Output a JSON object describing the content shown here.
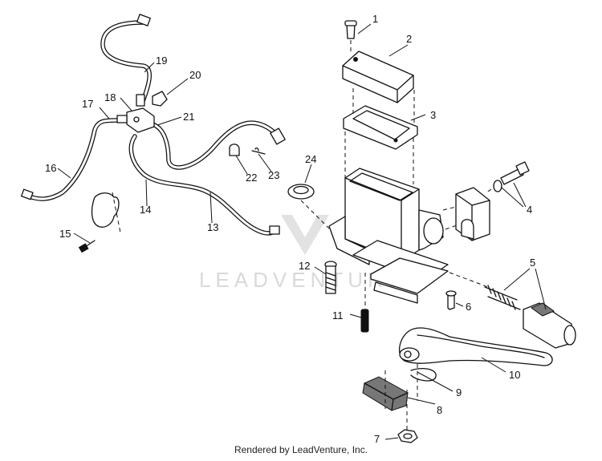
{
  "footer": {
    "credit": "Rendered by LeadVenture, Inc."
  },
  "watermark": {
    "text": "LEADVENTURE"
  },
  "callouts": [
    "1",
    "2",
    "3",
    "4",
    "5",
    "6",
    "7",
    "8",
    "9",
    "10",
    "11",
    "12",
    "13",
    "14",
    "15",
    "16",
    "17",
    "18",
    "19",
    "20",
    "21",
    "22",
    "23",
    "24"
  ]
}
